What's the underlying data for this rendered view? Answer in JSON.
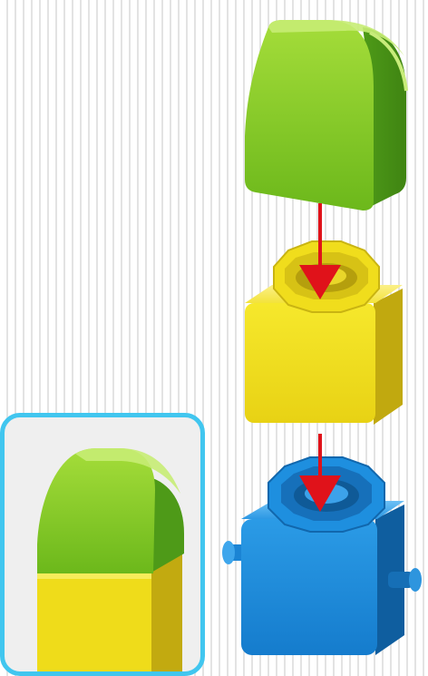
{
  "figure": {
    "parts": [
      {
        "name": "curved-cap-block",
        "color": "#8fd12a"
      },
      {
        "name": "yellow-connector-cube",
        "color": "#f2e21a"
      },
      {
        "name": "blue-connector-cube",
        "color": "#1a8ee0"
      }
    ],
    "arrow_color": "#e0121a",
    "inset_border_color": "#41c6ef"
  }
}
